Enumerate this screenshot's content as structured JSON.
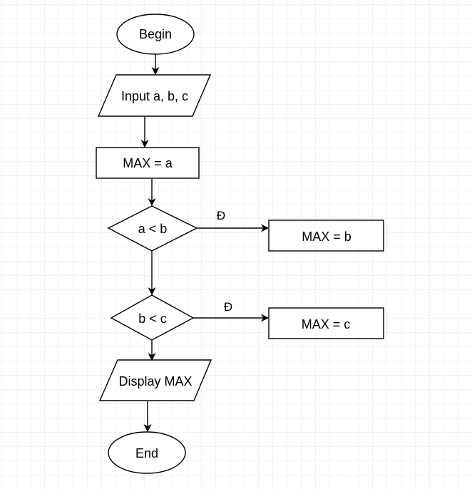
{
  "diagram": {
    "nodes": {
      "begin": {
        "label": "Begin",
        "shape": "ellipse"
      },
      "input": {
        "label": "Input a, b, c",
        "shape": "parallelogram"
      },
      "max_a": {
        "label": "MAX = a",
        "shape": "rectangle"
      },
      "cond_ab": {
        "label": "a < b",
        "shape": "diamond"
      },
      "max_b": {
        "label": "MAX = b",
        "shape": "rectangle"
      },
      "cond_bc": {
        "label": "b < c",
        "shape": "diamond"
      },
      "max_c": {
        "label": "MAX = c",
        "shape": "rectangle"
      },
      "display": {
        "label": "Display MAX",
        "shape": "parallelogram"
      },
      "end": {
        "label": "End",
        "shape": "ellipse"
      }
    },
    "edges": {
      "cond_ab_true": {
        "from": "cond_ab",
        "to": "max_b",
        "label": "Đ"
      },
      "cond_bc_true": {
        "from": "cond_bc",
        "to": "max_c",
        "label": "Đ"
      }
    }
  },
  "colors": {
    "background": "#ffffff",
    "grid": "#e6e6e6",
    "stroke": "#000000"
  }
}
